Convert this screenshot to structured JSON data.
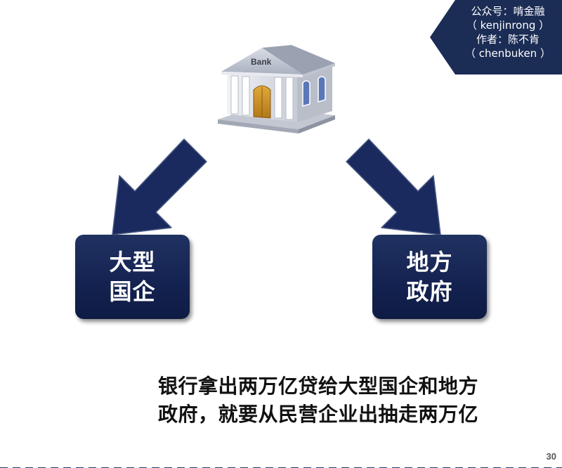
{
  "corner_banner": {
    "lines": [
      "公众号：啃金融",
      "（ kenjinrong ）",
      "作者：陈不肯",
      "（ chenbuken ）"
    ],
    "color": "#1b2c55"
  },
  "bank_icon": {
    "sign_text": "Bank",
    "icon": "bank-building-icon"
  },
  "boxes": {
    "left": {
      "line1": "大型",
      "line2": "国企"
    },
    "right": {
      "line1": "地方",
      "line2": "政府"
    }
  },
  "caption": {
    "line1": "银行拿出两万亿贷给大型国企和地方",
    "line2": "政府，就要从民营企业出抽走两万亿"
  },
  "page_number": "30",
  "colors": {
    "navy": "#142250",
    "arrow": "#1a2a5e"
  }
}
